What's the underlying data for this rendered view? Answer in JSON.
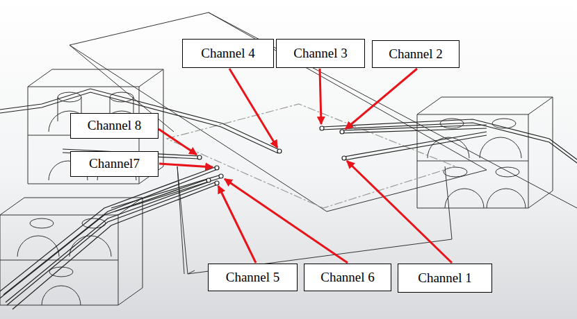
{
  "diagram": {
    "nodes": [
      {
        "text": [
          "Channel 4"
        ]
      },
      {
        "text": [
          "Channel 3"
        ]
      },
      {
        "text": [
          "Channel 2"
        ]
      },
      {
        "text": [
          "Channel 8"
        ]
      },
      {
        "text": [
          "Channel7"
        ]
      },
      {
        "text": [
          "Channel 5"
        ]
      },
      {
        "text": [
          "Channel 6"
        ]
      },
      {
        "text": [
          "Channel 1"
        ]
      }
    ]
  }
}
